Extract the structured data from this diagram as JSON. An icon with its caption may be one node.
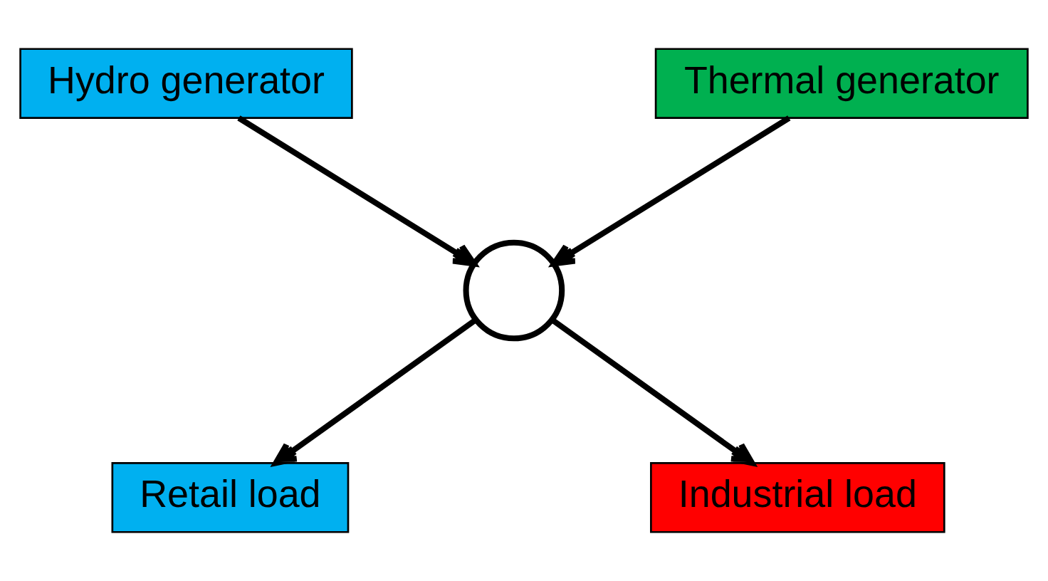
{
  "diagram": {
    "nodes": [
      {
        "text": [
          "Hydro generator"
        ]
      },
      {
        "text": [
          "Thermal generator"
        ]
      },
      {
        "text": [],
        "shape": "circle"
      },
      {
        "text": [
          "Retail load"
        ]
      },
      {
        "text": [
          "Industrial load"
        ]
      }
    ],
    "edges": [
      {
        "from": 0,
        "to": 2,
        "arrow": "to"
      },
      {
        "from": 1,
        "to": 2,
        "arrow": "to"
      },
      {
        "from": 2,
        "to": 3,
        "arrow": "to"
      },
      {
        "from": 2,
        "to": 4,
        "arrow": "to"
      }
    ]
  }
}
